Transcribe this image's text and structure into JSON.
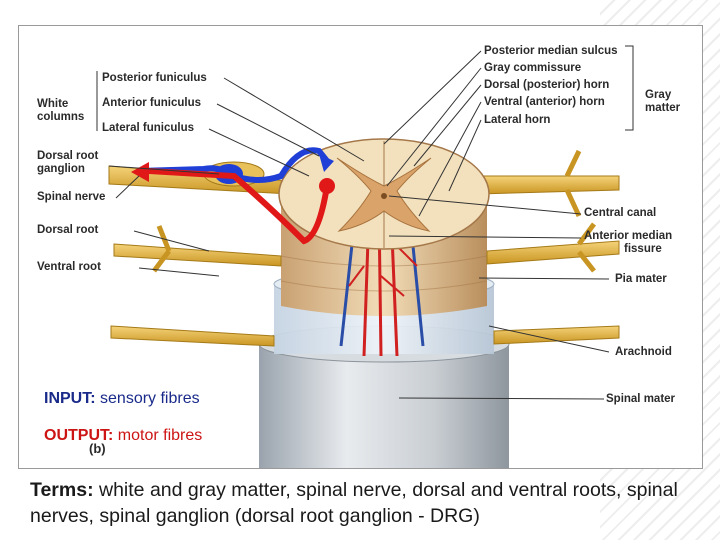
{
  "labels": {
    "white_columns": "White columns",
    "white_columns_l1": "White",
    "white_columns_l2": "columns",
    "posterior_funiculus": "Posterior funiculus",
    "anterior_funiculus": "Anterior funiculus",
    "lateral_funiculus": "Lateral funiculus",
    "dorsal_root_ganglion_l1": "Dorsal root",
    "dorsal_root_ganglion_l2": "ganglion",
    "spinal_nerve": "Spinal nerve",
    "dorsal_root": "Dorsal root",
    "ventral_root": "Ventral root",
    "posterior_median_sulcus": "Posterior median sulcus",
    "gray_commissure": "Gray commissure",
    "dorsal_horn": "Dorsal (posterior) horn",
    "ventral_horn": "Ventral (anterior) horn",
    "lateral_horn": "Lateral horn",
    "gray_matter_l1": "Gray",
    "gray_matter_l2": "matter",
    "central_canal": "Central canal",
    "anterior_median_fissure_l1": "Anterior median",
    "anterior_median_fissure_l2": "fissure",
    "pia_mater": "Pia mater",
    "arachnoid": "Arachnoid",
    "spinal_mater": "Spinal mater",
    "panel_letter": "(b)"
  },
  "legend": {
    "input_label": "INPUT:",
    "input_value": "sensory fibres",
    "output_label": "OUTPUT:",
    "output_value": "motor fibres"
  },
  "terms": {
    "label": "Terms:",
    "text": "white and gray matter, spinal nerve, dorsal and ventral roots, spinal nerves, spinal ganglion (dorsal root ganglion - DRG)"
  },
  "colors": {
    "input_arrow": "#1f3fd6",
    "output_arrow": "#e01818",
    "nerve": "#e2b43c",
    "gray_matter": "#d9a36a",
    "meninges": "#b9c9dc"
  }
}
